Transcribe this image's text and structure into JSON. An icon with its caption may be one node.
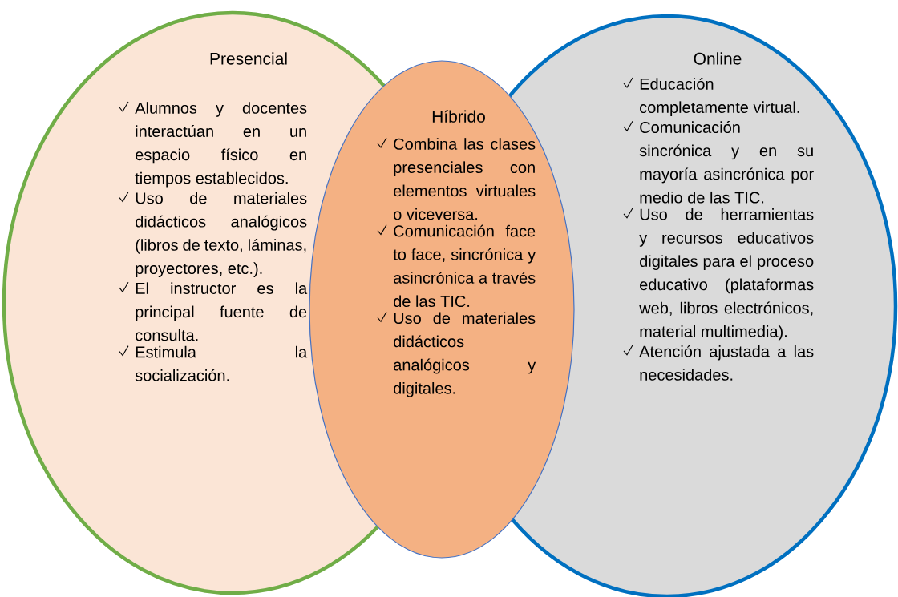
{
  "diagram": {
    "nodes": [
      {
        "text": [
          "Presencial",
          "Alumnos y docentes interactúan en un espacio físico en tiempos establecidos.",
          "Uso de materiales didácticos analógicos (libros de texto, láminas, proyectores, etc.).",
          "El instructor es la principal fuente de consulta.",
          "Estimula la socialización."
        ]
      },
      {
        "text": [
          "Online",
          "Educación completamente virtual.",
          "Comunicación sincrónica y en su mayoría asincrónica por medio de las TIC.",
          "Uso de herramientas y recursos educativos digitales para el proceso educativo (plataformas web, libros electrónicos, material multimedia).",
          "Atención ajustada a las necesidades."
        ]
      },
      {
        "text": [
          "Híbrido",
          "Combina las clases presenciales con elementos virtuales o viceversa.",
          "Comunicación face to face, sincrónica y asincrónica a través de las TIC.",
          "Uso de materiales didácticos analógicos y digitales."
        ]
      }
    ]
  }
}
